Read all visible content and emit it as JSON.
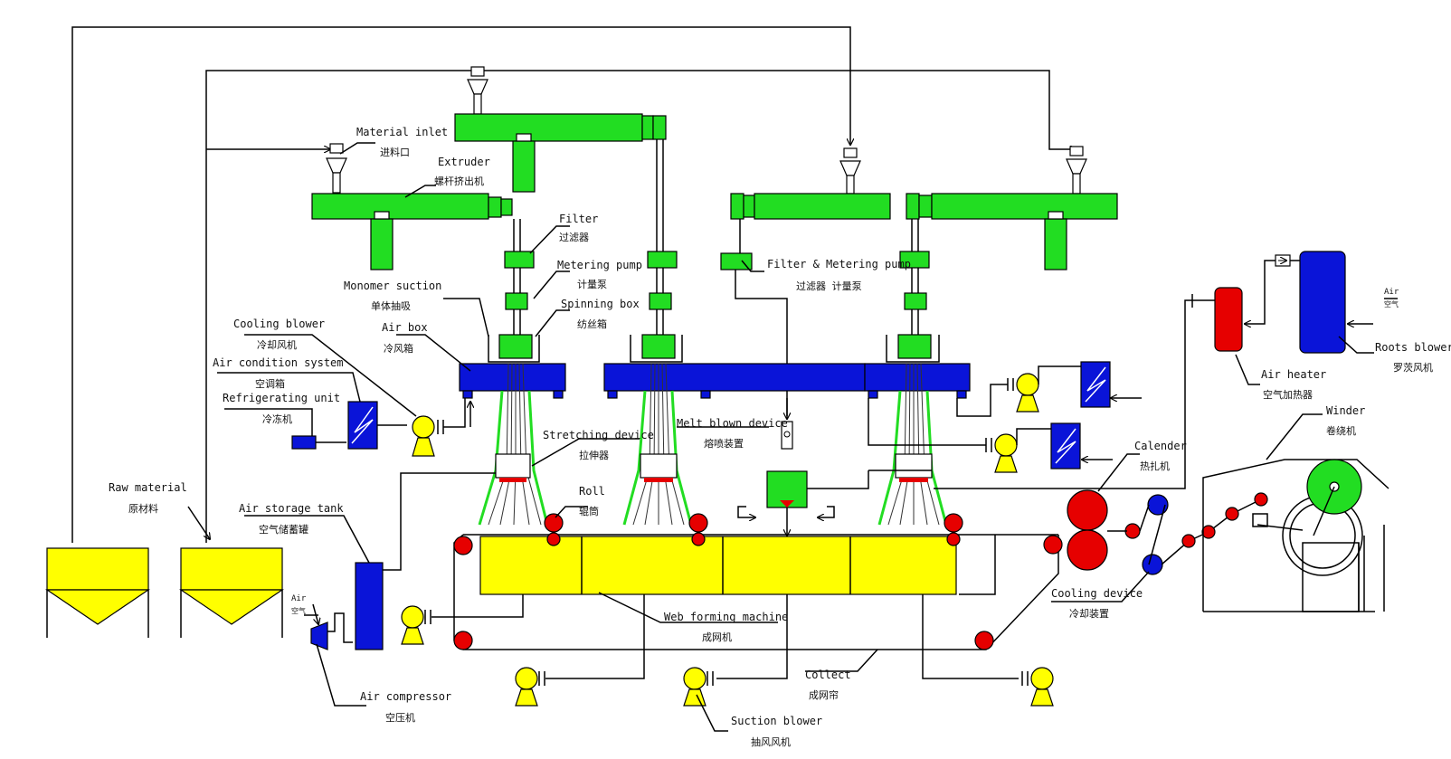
{
  "labels": {
    "material_inlet": {
      "en": "Material inlet",
      "cn": "进料口"
    },
    "extruder": {
      "en": "Extruder",
      "cn": "螺杆挤出机"
    },
    "filter": {
      "en": "Filter",
      "cn": "过滤器"
    },
    "metering_pump": {
      "en": "Metering pump",
      "cn": "计量泵"
    },
    "spinning_box": {
      "en": "Spinning box",
      "cn": "纺丝箱"
    },
    "monomer_suction": {
      "en": "Monomer suction",
      "cn": "单体抽吸"
    },
    "air_box": {
      "en": "Air box",
      "cn": "冷风箱"
    },
    "cooling_blower": {
      "en": "Cooling blower",
      "cn": "冷却风机"
    },
    "air_condition_system": {
      "en": "Air condition system",
      "cn": "空调箱"
    },
    "refrigerating_unit": {
      "en": "Refrigerating unit",
      "cn": "冷冻机"
    },
    "stretching_device": {
      "en": "Stretching device",
      "cn": "拉伸器"
    },
    "melt_blown_device": {
      "en": "Melt blown device",
      "cn": "熔喷装置"
    },
    "filter_metering_pump": {
      "en": "Filter & Metering pump",
      "cn": "过滤器 计量泵"
    },
    "roll": {
      "en": "Roll",
      "cn": "辊筒"
    },
    "raw_material": {
      "en": "Raw material",
      "cn": "原材料"
    },
    "air_storage_tank": {
      "en": "Air storage tank",
      "cn": "空气储蓄罐"
    },
    "air_compressor": {
      "en": "Air compressor",
      "cn": "空压机"
    },
    "web_forming_machine": {
      "en": "Web forming machine",
      "cn": "成网机"
    },
    "collect": {
      "en": "Collect",
      "cn": "成网帘"
    },
    "suction_blower": {
      "en": "Suction blower",
      "cn": "抽风风机"
    },
    "calender": {
      "en": "Calender",
      "cn": "热扎机"
    },
    "cooling_device": {
      "en": "Cooling device",
      "cn": "冷却装置"
    },
    "air_heater": {
      "en": "Air heater",
      "cn": "空气加热器"
    },
    "roots_blower": {
      "en": "Roots blower",
      "cn": "罗茨风机"
    },
    "winder": {
      "en": "Winder",
      "cn": "卷绕机"
    },
    "air_small_compressor": {
      "en": "Air",
      "cn": "空气"
    },
    "air_small_roots": {
      "en": "Air",
      "cn": "空气"
    }
  },
  "colors": {
    "extruder_green": "#22dd22",
    "air_box_blue": "#0a14d8",
    "tank_yellow": "#ffff00",
    "roll_red": "#e60000",
    "roll_blue": "#0a14d8",
    "line_black": "#000000"
  }
}
